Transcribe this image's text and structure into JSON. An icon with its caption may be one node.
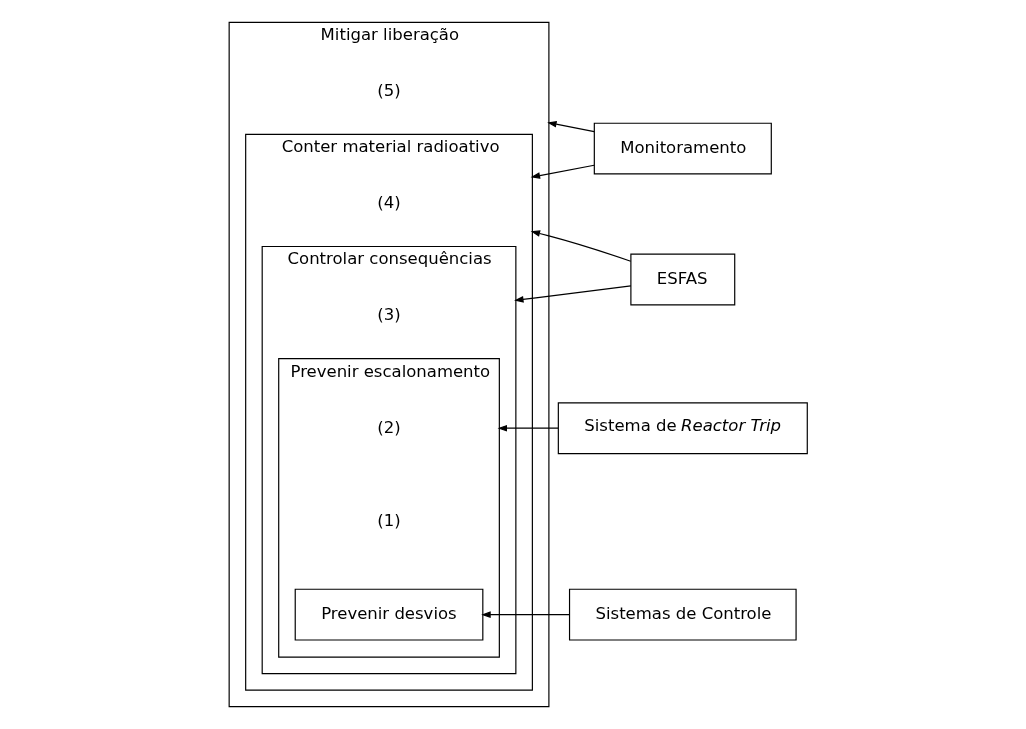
{
  "diagram": {
    "nodes": [
      {
        "text": [
          "Mitigar liberação"
        ],
        "beside": [
          "(5)"
        ]
      },
      {
        "text": [
          "Conter material radioativo"
        ],
        "in": 0,
        "beside": [
          "(4)"
        ]
      },
      {
        "text": [
          "Controlar consequências"
        ],
        "in": 1,
        "beside": [
          "(3)"
        ]
      },
      {
        "text": [
          "Prevenir escalonamento"
        ],
        "in": 2,
        "beside": [
          "(2)"
        ]
      },
      {
        "text": [
          "Prevenir desvios"
        ],
        "in": 3,
        "beside": [
          "(1)"
        ]
      },
      {
        "text": [
          "Monitoramento"
        ]
      },
      {
        "text": [
          "ESFAS"
        ]
      },
      {
        "text": [
          "Sistema de *Reactor Trip*"
        ]
      },
      {
        "text": [
          "Sistemas de Controle"
        ]
      }
    ],
    "edges": [
      {
        "from": 5,
        "to": 0,
        "arrow": "to"
      },
      {
        "from": 5,
        "to": 1,
        "arrow": "to"
      },
      {
        "from": 6,
        "to": 1,
        "arrow": "to"
      },
      {
        "from": 6,
        "to": 2,
        "arrow": "to"
      },
      {
        "from": 7,
        "to": 3,
        "arrow": "to"
      },
      {
        "from": 8,
        "to": 4,
        "arrow": "to"
      }
    ]
  }
}
